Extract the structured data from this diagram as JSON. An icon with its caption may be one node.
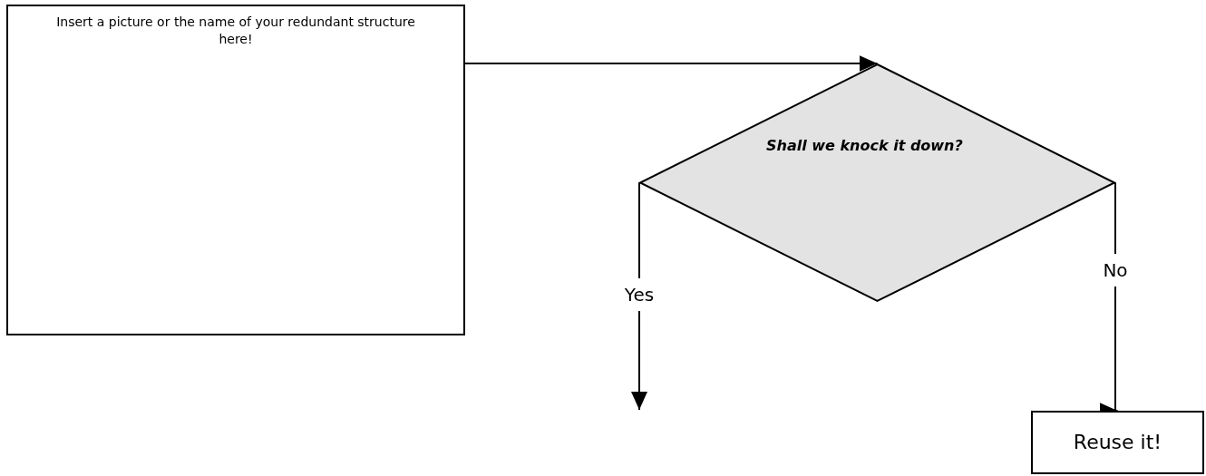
{
  "diagram": {
    "nodes": [
      {
        "text": [
          "Insert a picture or the name of your redundant structure here!"
        ]
      },
      {
        "text": [
          "Shall we knock it down?"
        ]
      },
      {
        "text": [
          "Reuse it!"
        ]
      }
    ],
    "edges": [
      {
        "from": 0,
        "to": 1,
        "arrow": "to"
      },
      {
        "from": 1,
        "to": null,
        "arrow": "to",
        "label": "Yes"
      },
      {
        "from": 1,
        "to": 2,
        "arrow": "to",
        "label": "No"
      }
    ]
  }
}
